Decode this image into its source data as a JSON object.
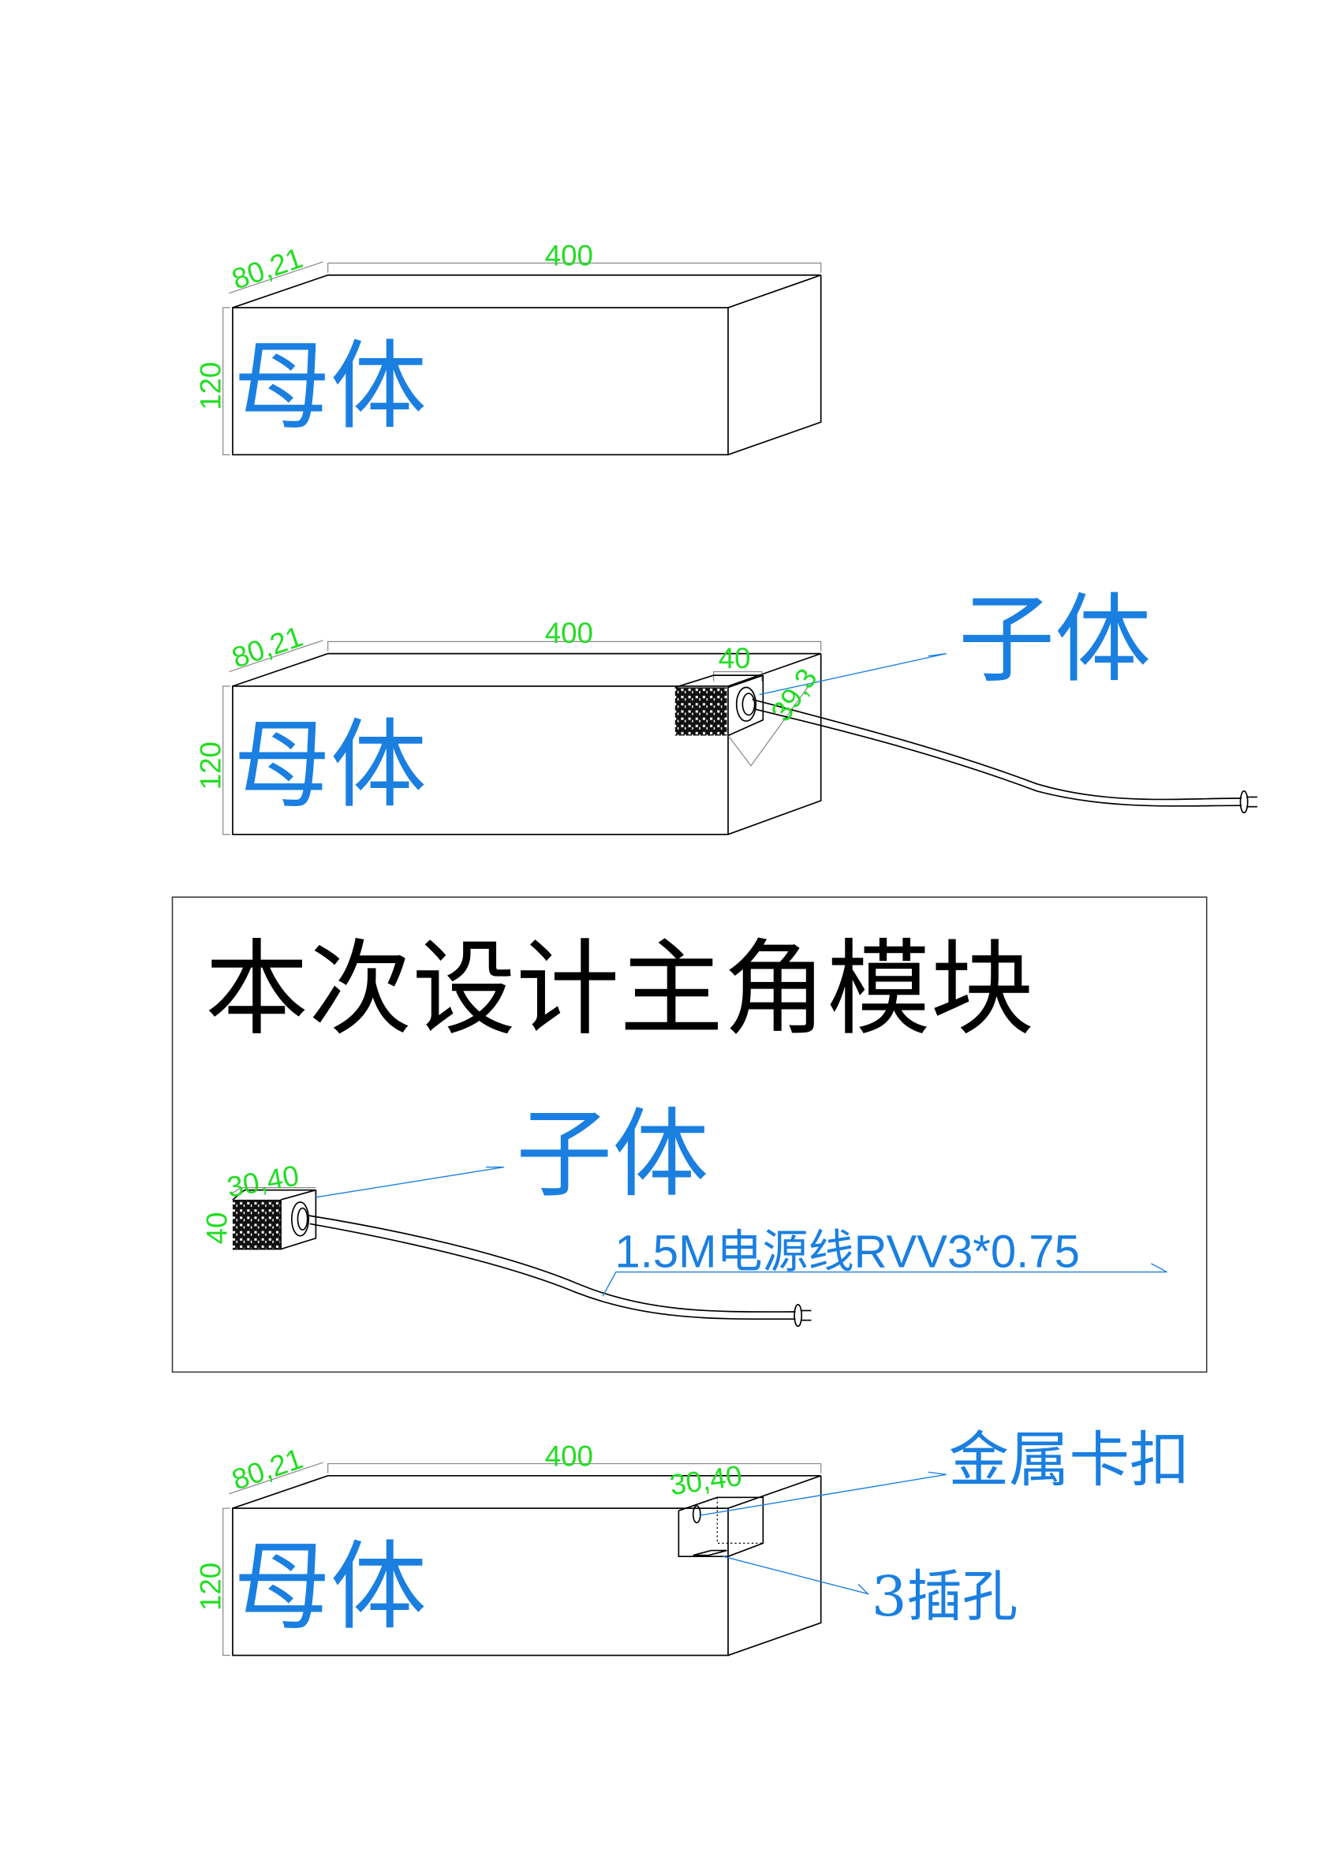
{
  "colors": {
    "dimension": "#22dd22",
    "label": "#1a7fe0",
    "line": "#000000"
  },
  "views": [
    {
      "name": "mother-body",
      "label": "母体",
      "dims": {
        "length": "400",
        "depth": "80,21",
        "height": "120"
      }
    },
    {
      "name": "mother-with-child",
      "label": "母体",
      "child_label": "子体",
      "dims": {
        "length": "400",
        "depth": "80,21",
        "height": "120",
        "child_width": "40",
        "child_diag": "39,3"
      }
    },
    {
      "name": "child-module-detail",
      "title": "本次设计主角模块",
      "child_label": "子体",
      "dims": {
        "depth_width": "30,40",
        "height": "40"
      },
      "cable_label": "1.5M电源线RVV3*0.75"
    },
    {
      "name": "mother-socket",
      "label": "母体",
      "dims": {
        "length": "400",
        "depth": "80,21",
        "height": "120",
        "socket": "30,40"
      },
      "clip_label": "金属卡扣",
      "socket_label": "3插孔"
    }
  ]
}
